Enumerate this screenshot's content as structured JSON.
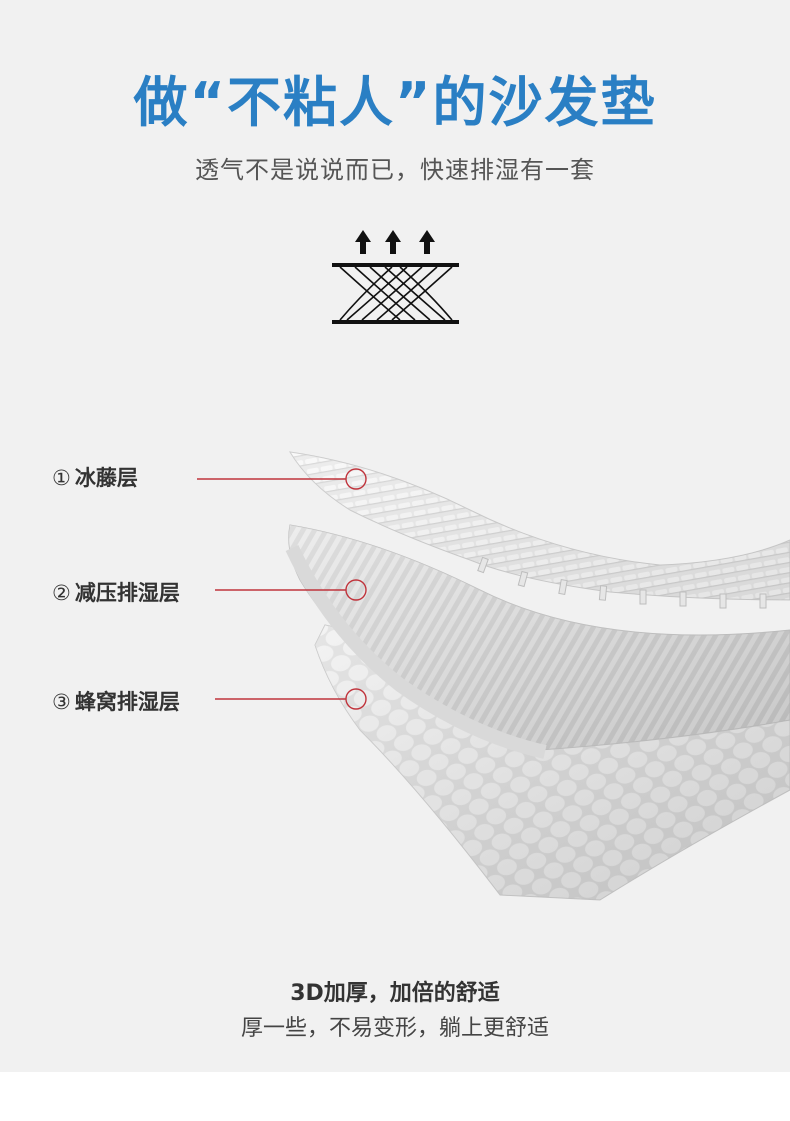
{
  "header": {
    "title": "做“不粘人”的沙发垫",
    "subtitle": "透气不是说说而已，快速排湿有一套"
  },
  "layers": [
    {
      "number": "①",
      "name": "冰藤层"
    },
    {
      "number": "②",
      "name": "减压排湿层"
    },
    {
      "number": "③",
      "name": "蜂窝排湿层"
    }
  ],
  "footer": {
    "title": "3D加厚，加倍的舒适",
    "subtitle": "厚一些，不易变形，躺上更舒适"
  },
  "colors": {
    "title": "#2a7fc4",
    "leader_line": "#c0343c",
    "background": "#f1f1f1"
  },
  "icons": [
    "breathable-mesh-icon",
    "arrow-up-icon"
  ]
}
